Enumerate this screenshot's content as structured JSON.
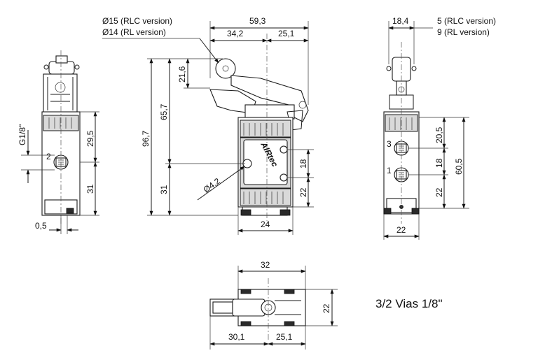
{
  "notes": {
    "dia_rlc": "Ø15 (RLC version)",
    "dia_rl": "Ø14 (RL version)",
    "roller_rlc": "5 (RLC version)",
    "roller_rl": "9 (RL version)"
  },
  "dimensions": {
    "d_59_3": "59,3",
    "d_34_2": "34,2",
    "d_25_1_top": "25,1",
    "d_18_4": "18,4",
    "d_21_6": "21,6",
    "d_65_7": "65,7",
    "d_96_7": "96,7",
    "d_31_mid": "31",
    "d_31_left": "31",
    "d_29_5": "29,5",
    "thread": "G1/8\"",
    "d_0_5": "0,5",
    "hole": "Ø4,2",
    "d_24": "24",
    "d_18_mid": "18",
    "d_22_mid": "22",
    "d_20_5": "20,5",
    "d_18_right": "18",
    "d_60_5": "60,5",
    "d_22_right": "22",
    "d_22_bottom_right": "22",
    "d_32": "32",
    "d_22_bottom": "22",
    "d_30_1": "30,1",
    "d_25_1_bottom": "25,1"
  },
  "ports": {
    "p1": "1",
    "p2": "2",
    "p3": "3"
  },
  "body_label": "AIRtec",
  "caption": "3/2 Vias 1/8\""
}
